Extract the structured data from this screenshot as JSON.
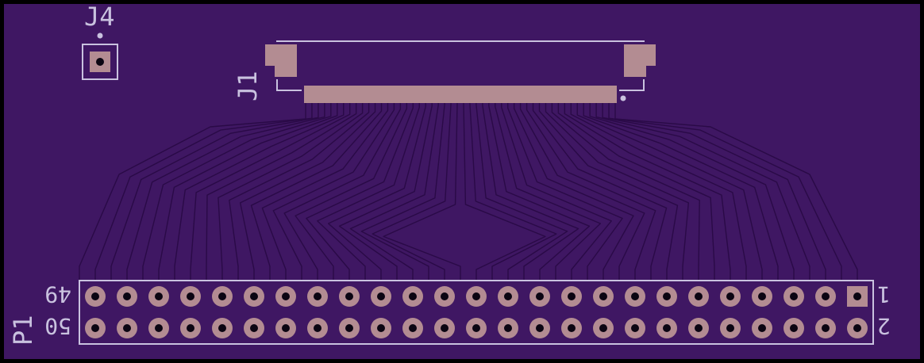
{
  "board": {
    "colors": {
      "background": "#000000",
      "soldermask": "#3f1763",
      "trace": "#2a0a47",
      "copper_pad": "#b38c92",
      "drill_hole": "#0b0512",
      "silkscreen": "#c9c2df"
    }
  },
  "labels": {
    "j4": "J4",
    "j1": "J1",
    "p1": "P1",
    "pin_1": "1",
    "pin_2": "2",
    "pin_49": "49",
    "pin_50": "50"
  },
  "header": {
    "pin_count": 50,
    "rows": 2,
    "columns": 25
  },
  "fpc_connector": {
    "contact_count": 50
  }
}
